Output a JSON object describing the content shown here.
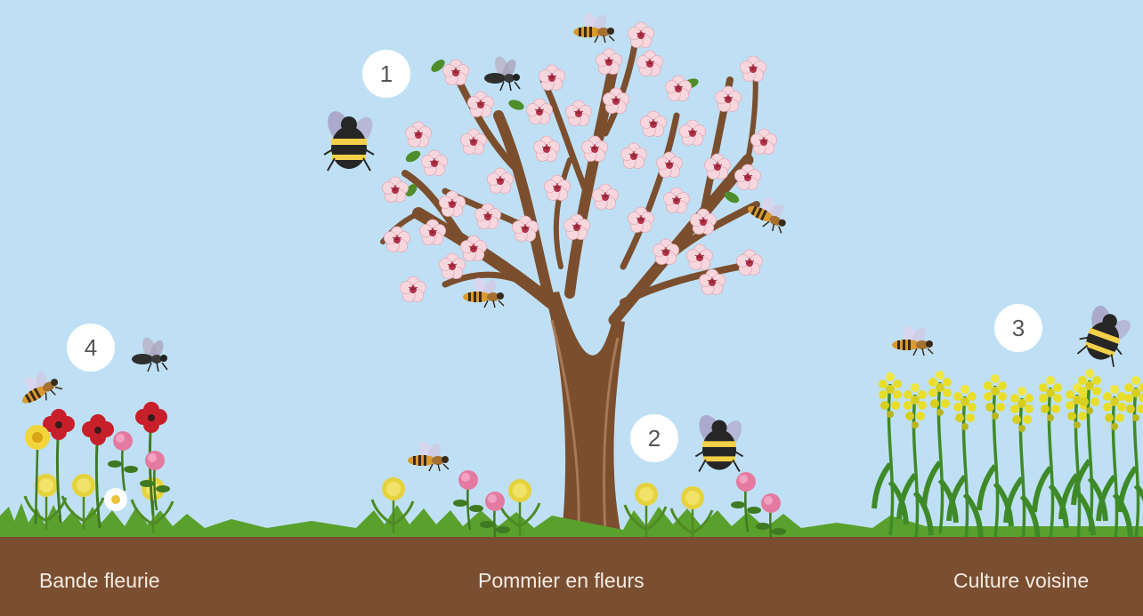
{
  "captions": {
    "left": "Bande fleurie",
    "center": "Pommier en fleurs",
    "right": "Culture voisine"
  },
  "markers": {
    "m1": "1",
    "m2": "2",
    "m3": "3",
    "m4": "4"
  },
  "colors": {
    "sky": "#bfe0f4",
    "soil": "#7a4e30",
    "grass": "#5aa02c",
    "trunk": "#7b4e2e",
    "blossom": "#f6d7de",
    "blossom_center": "#b2344a",
    "poppy": "#c8202a",
    "dandelion": "#e6d23c",
    "rapeseed": "#e8de2a",
    "clover": "#e47aa0",
    "marker_bg": "#ffffff",
    "caption_text": "#f4ece4"
  },
  "icons": [
    "bumblebee-icon",
    "honeybee-icon",
    "wild-bee-icon",
    "apple-blossom-icon",
    "poppy-icon",
    "dandelion-icon",
    "clover-icon",
    "daisy-icon",
    "rapeseed-plant-icon"
  ]
}
